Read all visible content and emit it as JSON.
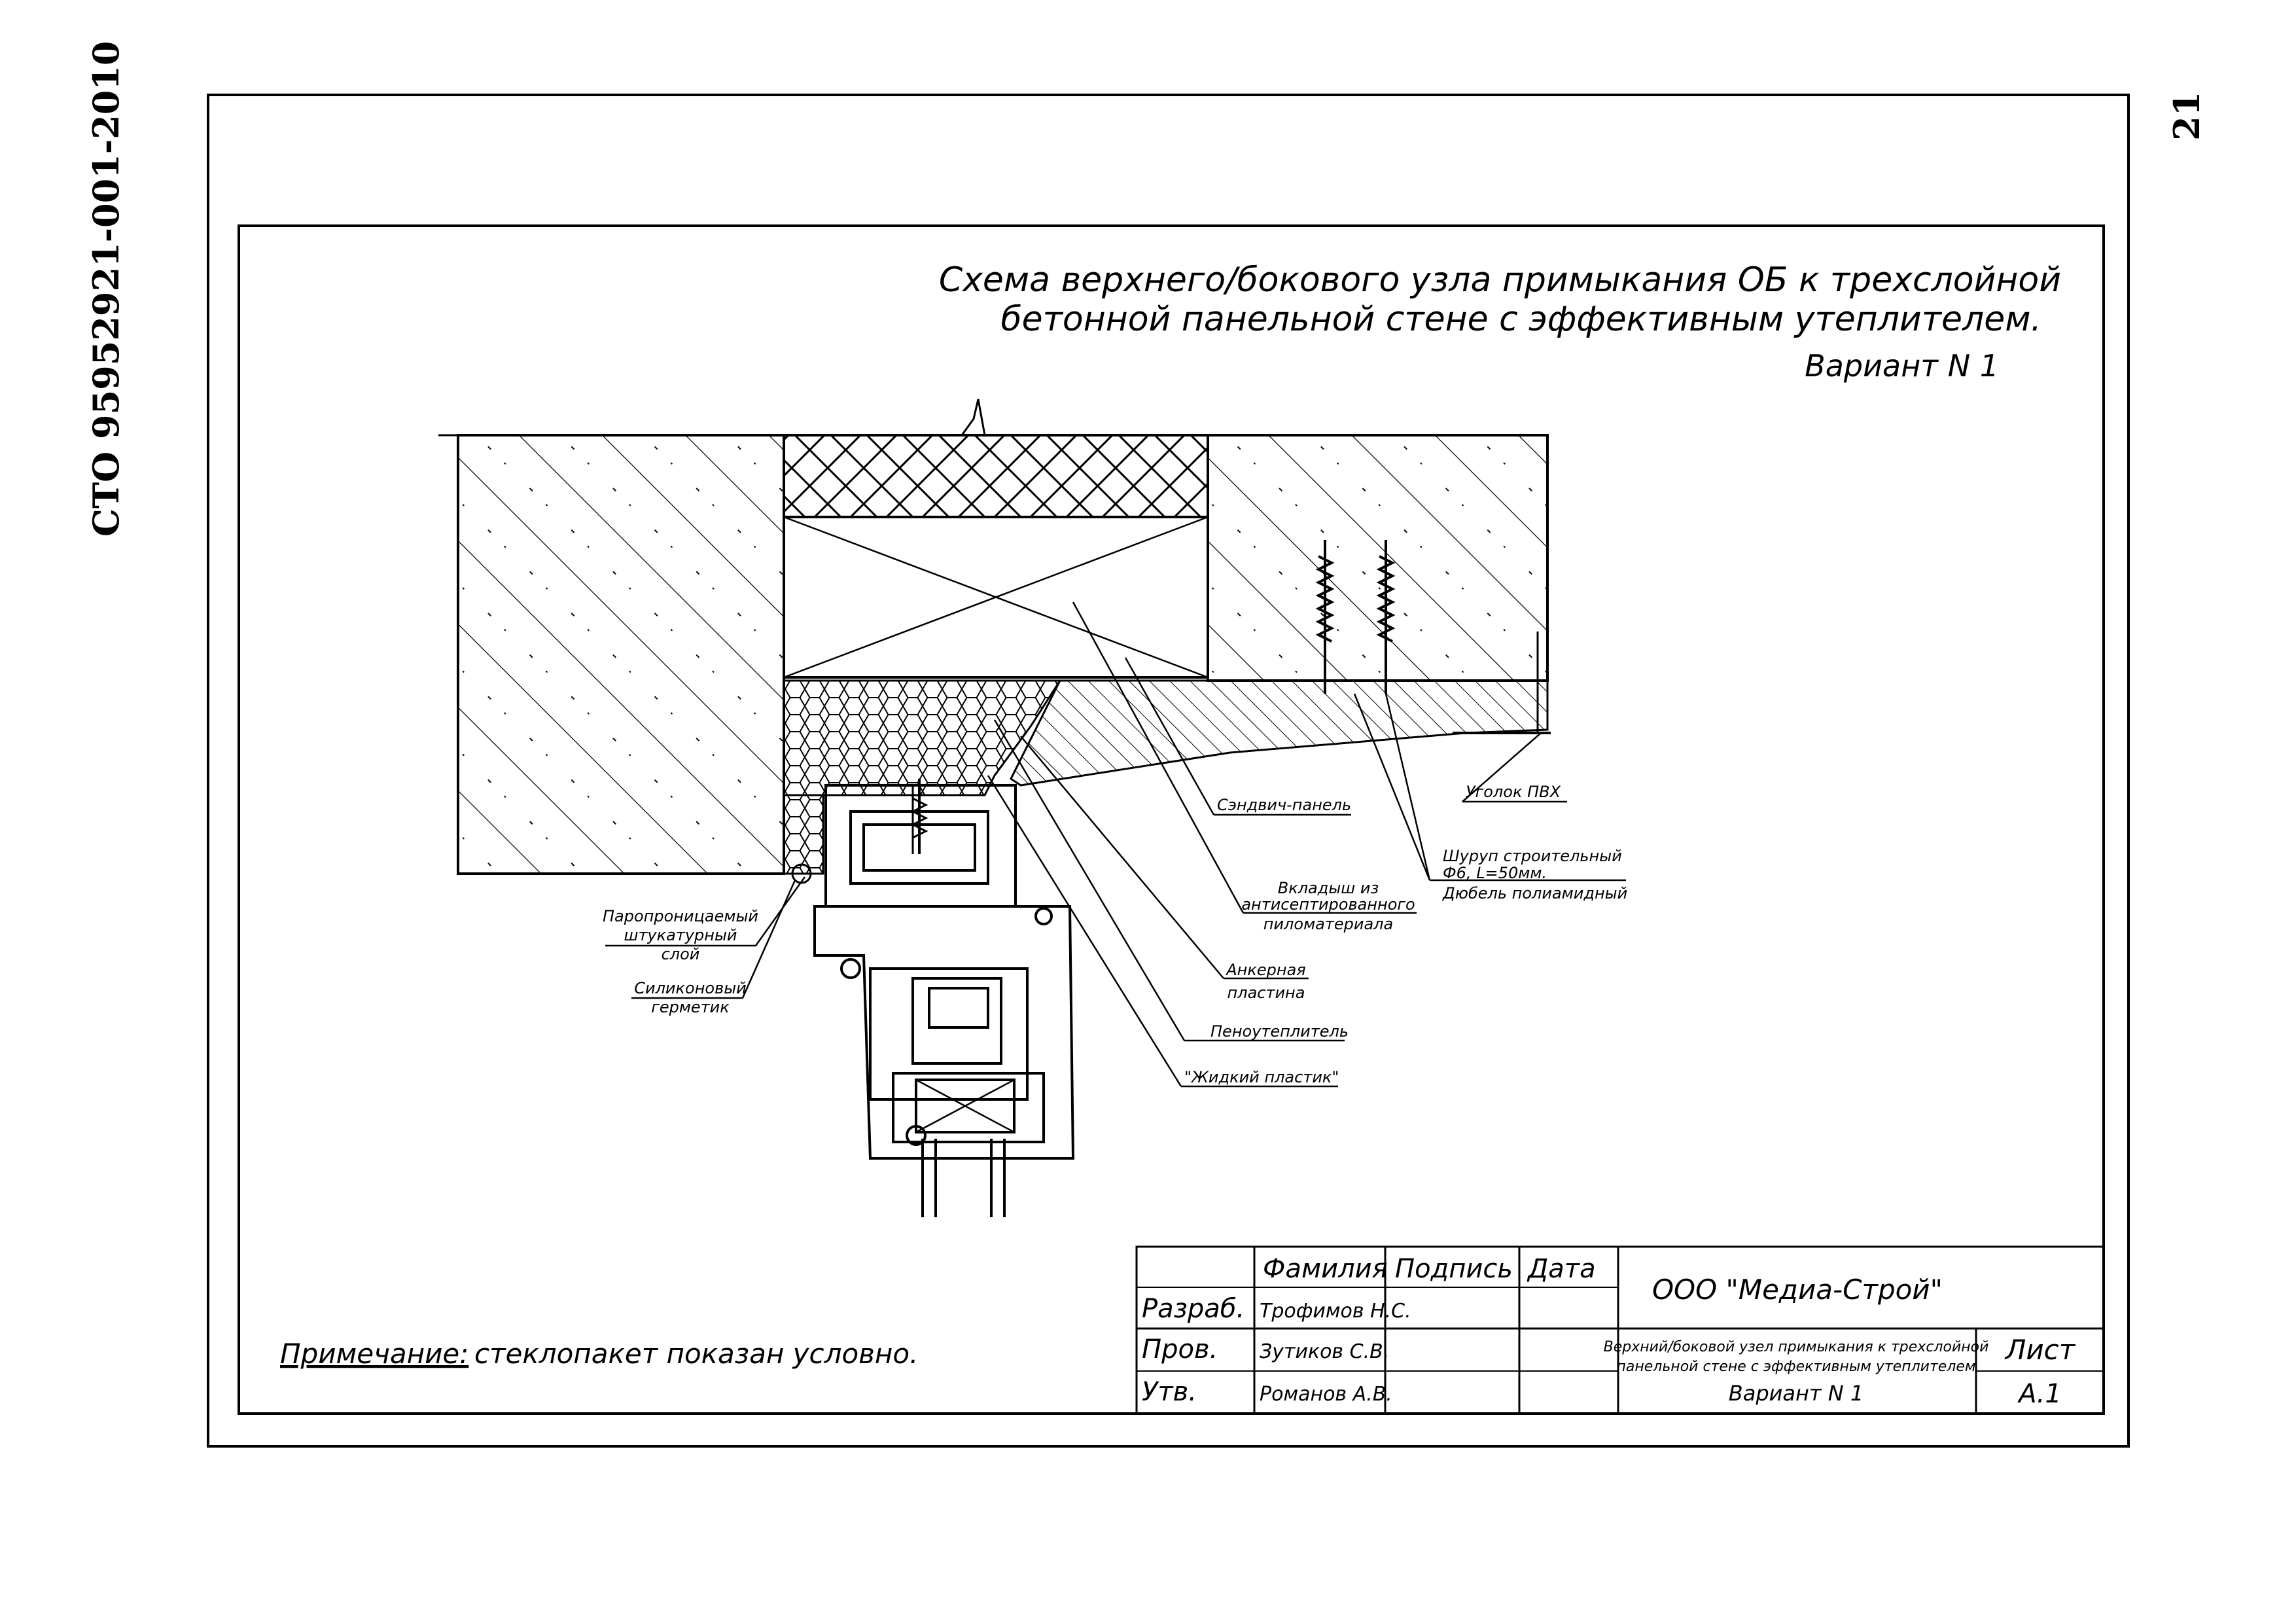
{
  "header": {
    "std_code": "СТО 95952921-001-2010",
    "page_number": "21"
  },
  "title": {
    "line1": "Схема верхнего/бокового узла примыкания ОБ к трехслойной",
    "line2": "бетонной панельной стене с эффективным утеплителем.",
    "variant": "Вариант N 1"
  },
  "callouts": {
    "sandwich_panel": "Сэндвич-панель",
    "pvc_corner": "Уголок ПВХ",
    "screw_1": "Шуруп строительный",
    "screw_2": "Ф6, L=50мм.",
    "dowel": "Дюбель полиамидный",
    "inserts_1": "Вкладыш из",
    "inserts_2": "антисептированного",
    "inserts_3": "пиломатериала",
    "anchor_1": "Анкерная",
    "anchor_2": "пластина",
    "foam": "Пеноутеплитель",
    "liquid_plastic": "\"Жидкий пластик\"",
    "vapor_1": "Паропроницаемый",
    "vapor_2": "штукатурный",
    "vapor_3": "слой",
    "silicone_1": "Силиконовый",
    "silicone_2": "герметик"
  },
  "note": {
    "label": "Примечание:",
    "text": "стеклопакет показан условно."
  },
  "title_block": {
    "col_surname": "Фамилия",
    "col_signature": "Подпись",
    "col_date": "Дата",
    "company": "ООО \"Медиа-Строй\"",
    "rows": [
      {
        "role": "Разраб.",
        "name": "Трофимов Н.С."
      },
      {
        "role": "Пров.",
        "name": "Зутиков С.В."
      },
      {
        "role": "Утв.",
        "name": "Романов А.В."
      }
    ],
    "desc_line1": "Верхний/боковой узел примыкания к трехслойной",
    "desc_line2": "панельной стене с эффективным утеплителем",
    "desc_variant": "Вариант N 1",
    "sheet_label": "Лист",
    "sheet_value": "А.1"
  }
}
